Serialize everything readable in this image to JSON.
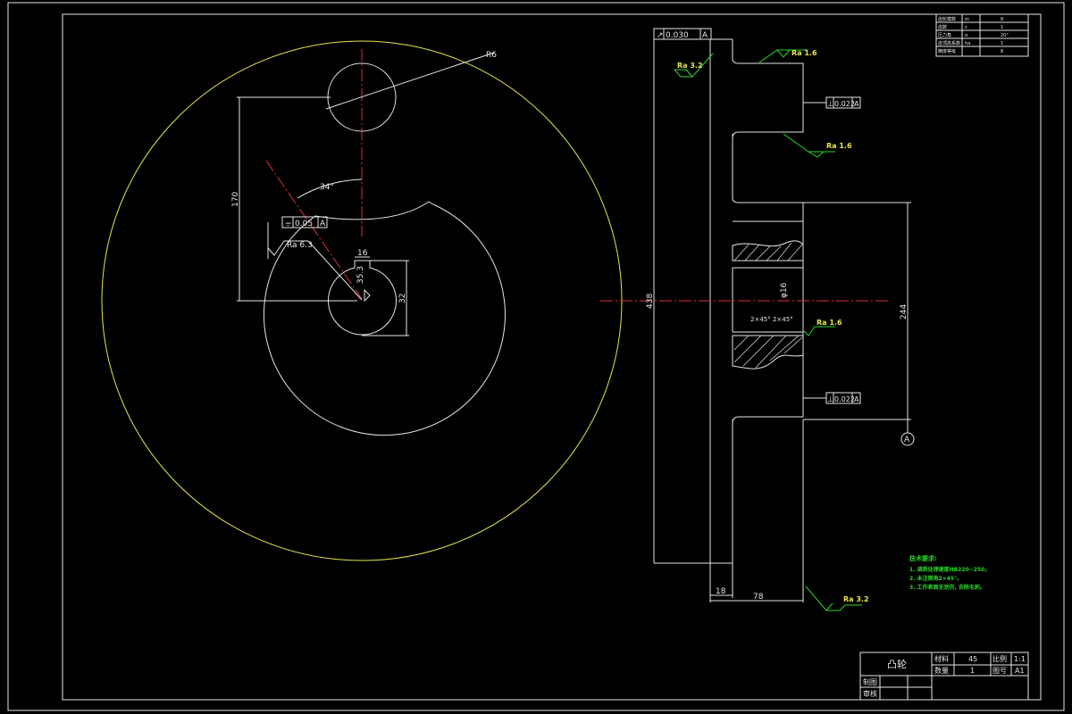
{
  "front_view": {
    "dim_radius": "R6",
    "dim_vertical": "170",
    "dim_angle": "34°",
    "dim_keyway_width": "16",
    "dim_bore": "32",
    "dim_key_depth": "35.3",
    "flatness_tol": "0.05",
    "flatness_datum": "A",
    "roughness_bore": "Ra 6.3"
  },
  "side_view": {
    "runout_tol": "0.030",
    "roughness_top": "Ra 3.2",
    "roughness_hub_top": "Ra 1.6",
    "roughness_hub_bottom": "Ra 1.6",
    "roughness_bore": "Ra 1.6",
    "roughness_bottom": "Ra 3.2",
    "perp_tol_top": "0.022",
    "perp_tol_bottom": "0.022",
    "datum_ref": "A",
    "dim_diameter": "438",
    "dim_hub_height": "244",
    "dim_thickness": "18",
    "dim_overall": "78",
    "dim_bore": "φ16",
    "chamfer": "2×45°  2×45°",
    "datum_label": "A"
  },
  "param_table": {
    "rows": [
      [
        "齿轮模数",
        "m",
        "8"
      ],
      [
        "齿数",
        "z",
        "1"
      ],
      [
        "压力角",
        "α",
        "20°"
      ],
      [
        "齿顶高系数",
        "ha",
        "1"
      ],
      [
        "精度等级",
        "",
        "8"
      ]
    ]
  },
  "notes": {
    "title": "技术要求:",
    "items": [
      "1. 调质处理硬度HB220~250。",
      "2. 未注倒角2×45°。",
      "3. 工作表面无划伤, 去除毛刺。"
    ]
  },
  "title_block": {
    "part_name": "凸轮",
    "material_label": "材料",
    "material_value": "45",
    "scale_label": "比例",
    "scale_value": "1:1",
    "qty_label": "数量",
    "qty_value": "1",
    "drawing_no_label": "图号",
    "drawing_no_value": "A1",
    "drawn_label": "制图",
    "checked_label": "审核"
  },
  "colors": {
    "background": "#000000",
    "lines": "#e6e6e6",
    "outline_yellow": "#e6e64a",
    "centerline_red": "#e23030",
    "annotation_green": "#27d827"
  }
}
